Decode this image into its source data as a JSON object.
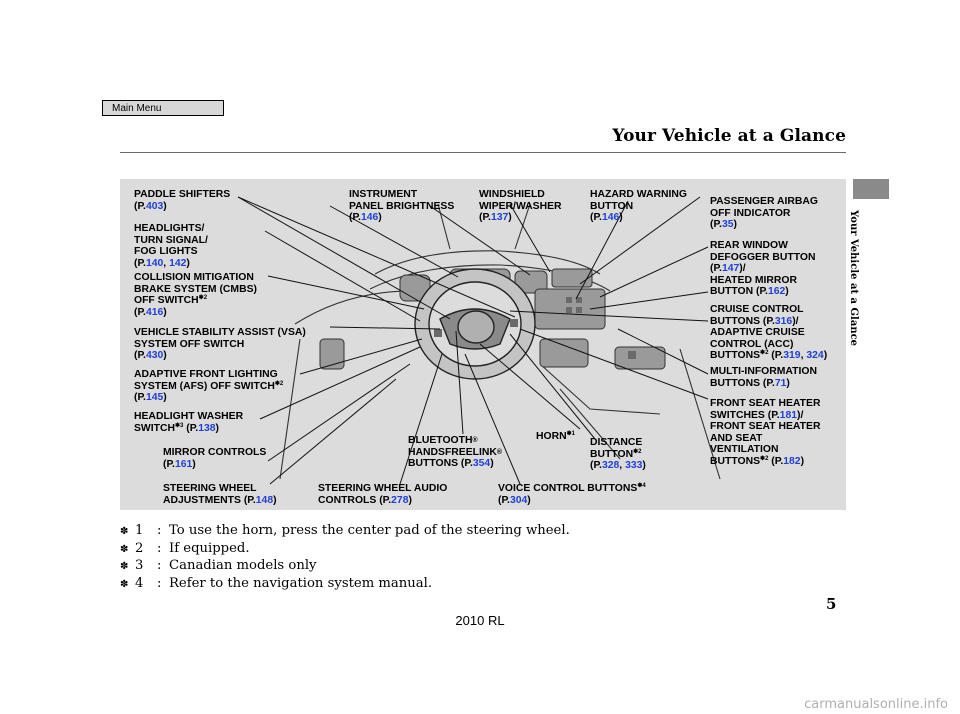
{
  "main_menu": "Main Menu",
  "header_title": "Your Vehicle at a Glance",
  "side_label": "Your Vehicle at a Glance",
  "labels": {
    "paddle": {
      "l1": "PADDLE SHIFTERS",
      "p1": "403"
    },
    "instrument": {
      "l1": "INSTRUMENT",
      "l2": "PANEL BRIGHTNESS",
      "p1": "146"
    },
    "windshield": {
      "l1": "WINDSHIELD",
      "l2": "WIPER/WASHER",
      "p1": "137"
    },
    "hazard": {
      "l1": "HAZARD WARNING",
      "l2": "BUTTON",
      "p1": "146"
    },
    "airbag": {
      "l1": "PASSENGER AIRBAG",
      "l2": "OFF INDICATOR",
      "p1": "35"
    },
    "headlights": {
      "l1": "HEADLIGHTS/",
      "l2": "TURN SIGNAL/",
      "l3": "FOG LIGHTS",
      "p1": "140",
      "p2": "142"
    },
    "defogger": {
      "l1": "REAR WINDOW",
      "l2": "DEFOGGER BUTTON",
      "p1": "147",
      "l4": "HEATED MIRROR",
      "l5": "BUTTON",
      "p2": "162"
    },
    "cmbs": {
      "l1": "COLLISION MITIGATION",
      "l2": "BRAKE SYSTEM (CMBS)",
      "l3": "OFF SWITCH",
      "note": "2",
      "p1": "416"
    },
    "cruise": {
      "l1": "CRUISE CONTROL",
      "l2": "BUTTONS",
      "p1": "316",
      "l3": "ADAPTIVE CRUISE",
      "l4": "CONTROL (ACC)",
      "l5": "BUTTONS",
      "note": "2",
      "p2": "319",
      "p3": "324"
    },
    "vsa": {
      "l1": "VEHICLE STABILITY ASSIST (VSA)",
      "l2": "SYSTEM OFF SWITCH",
      "p1": "430"
    },
    "multi": {
      "l1": "MULTI-INFORMATION",
      "l2": "BUTTONS",
      "p1": "71"
    },
    "afs": {
      "l1": "ADAPTIVE FRONT LIGHTING",
      "l2": "SYSTEM (AFS) OFF SWITCH",
      "note": "2",
      "p1": "145"
    },
    "seat": {
      "l1": "FRONT SEAT HEATER",
      "l2": "SWITCHES",
      "p1": "181",
      "l3": "FRONT SEAT HEATER",
      "l4": "AND SEAT",
      "l5": "VENTILATION",
      "l6": "BUTTONS",
      "note": "2",
      "p2": "182"
    },
    "washer": {
      "l1": "HEADLIGHT WASHER",
      "l2": "SWITCH",
      "note": "3",
      "p1": "138"
    },
    "bluetooth": {
      "l1": "BLUETOOTH",
      "l2": "HANDSFREELINK",
      "l3": "BUTTONS",
      "p1": "354",
      "reg": "®"
    },
    "horn": {
      "l1": "HORN",
      "note": "1"
    },
    "distance": {
      "l1": "DISTANCE",
      "l2": "BUTTON",
      "note": "2",
      "p1": "328",
      "p2": "333"
    },
    "mirror": {
      "l1": "MIRROR CONTROLS",
      "p1": "161"
    },
    "steering": {
      "l1": "STEERING WHEEL",
      "l2": "ADJUSTMENTS",
      "p1": "148"
    },
    "audio": {
      "l1": "STEERING WHEEL AUDIO",
      "l2": "CONTROLS",
      "p1": "278"
    },
    "voice": {
      "l1": "VOICE CONTROL BUTTONS",
      "note": "4",
      "p1": "304"
    }
  },
  "footnotes": [
    {
      "mark": "✽",
      "key": "1",
      "text": "To use the horn, press the center pad of the steering wheel."
    },
    {
      "mark": "✽",
      "key": "2",
      "text": "If equipped."
    },
    {
      "mark": "✽",
      "key": "3",
      "text": "Canadian models only"
    },
    {
      "mark": "✽",
      "key": "4",
      "text": "Refer to the navigation system manual."
    }
  ],
  "page_number": "5",
  "model": "2010 RL",
  "watermark": "carmanualsonline.info"
}
